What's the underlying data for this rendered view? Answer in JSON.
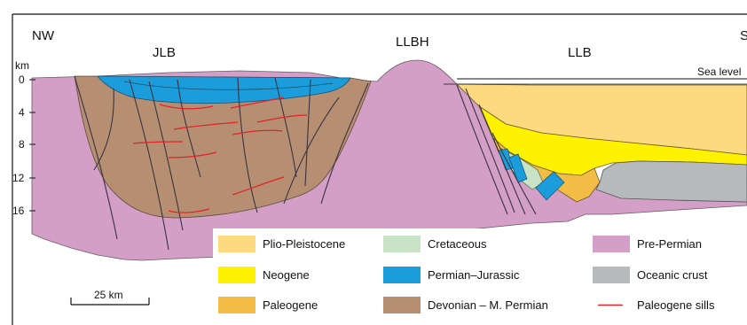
{
  "figure": {
    "orientation": {
      "left": "NW",
      "right": "SE"
    },
    "regions": {
      "jlb": "JLB",
      "llbh": "LLBH",
      "llb": "LLB"
    },
    "depth_axis": {
      "unit": "km",
      "ticks": [
        "0",
        "4",
        "8",
        "12",
        "16"
      ]
    },
    "sea_level_label": "Sea level",
    "scale_bar_label": "25 km",
    "legend": [
      {
        "label": "Plio-Pleistocene",
        "color": "#FDD97F",
        "kind": "swatch"
      },
      {
        "label": "Neogene",
        "color": "#FFF200",
        "kind": "swatch"
      },
      {
        "label": "Paleogene",
        "color": "#F2BC45",
        "kind": "swatch"
      },
      {
        "label": "Cretaceous",
        "color": "#C8E3C5",
        "kind": "swatch"
      },
      {
        "label": "Permian–Jurassic",
        "color": "#1B9DDB",
        "kind": "swatch"
      },
      {
        "label": "Devonian – M. Permian",
        "color": "#B68E72",
        "kind": "swatch"
      },
      {
        "label": "Pre-Permian",
        "color": "#D39FC6",
        "kind": "swatch"
      },
      {
        "label": "Oceanic crust",
        "color": "#B7BABC",
        "kind": "swatch"
      },
      {
        "label": "Paleogene sills",
        "color": "#E2232A",
        "kind": "line"
      }
    ]
  }
}
